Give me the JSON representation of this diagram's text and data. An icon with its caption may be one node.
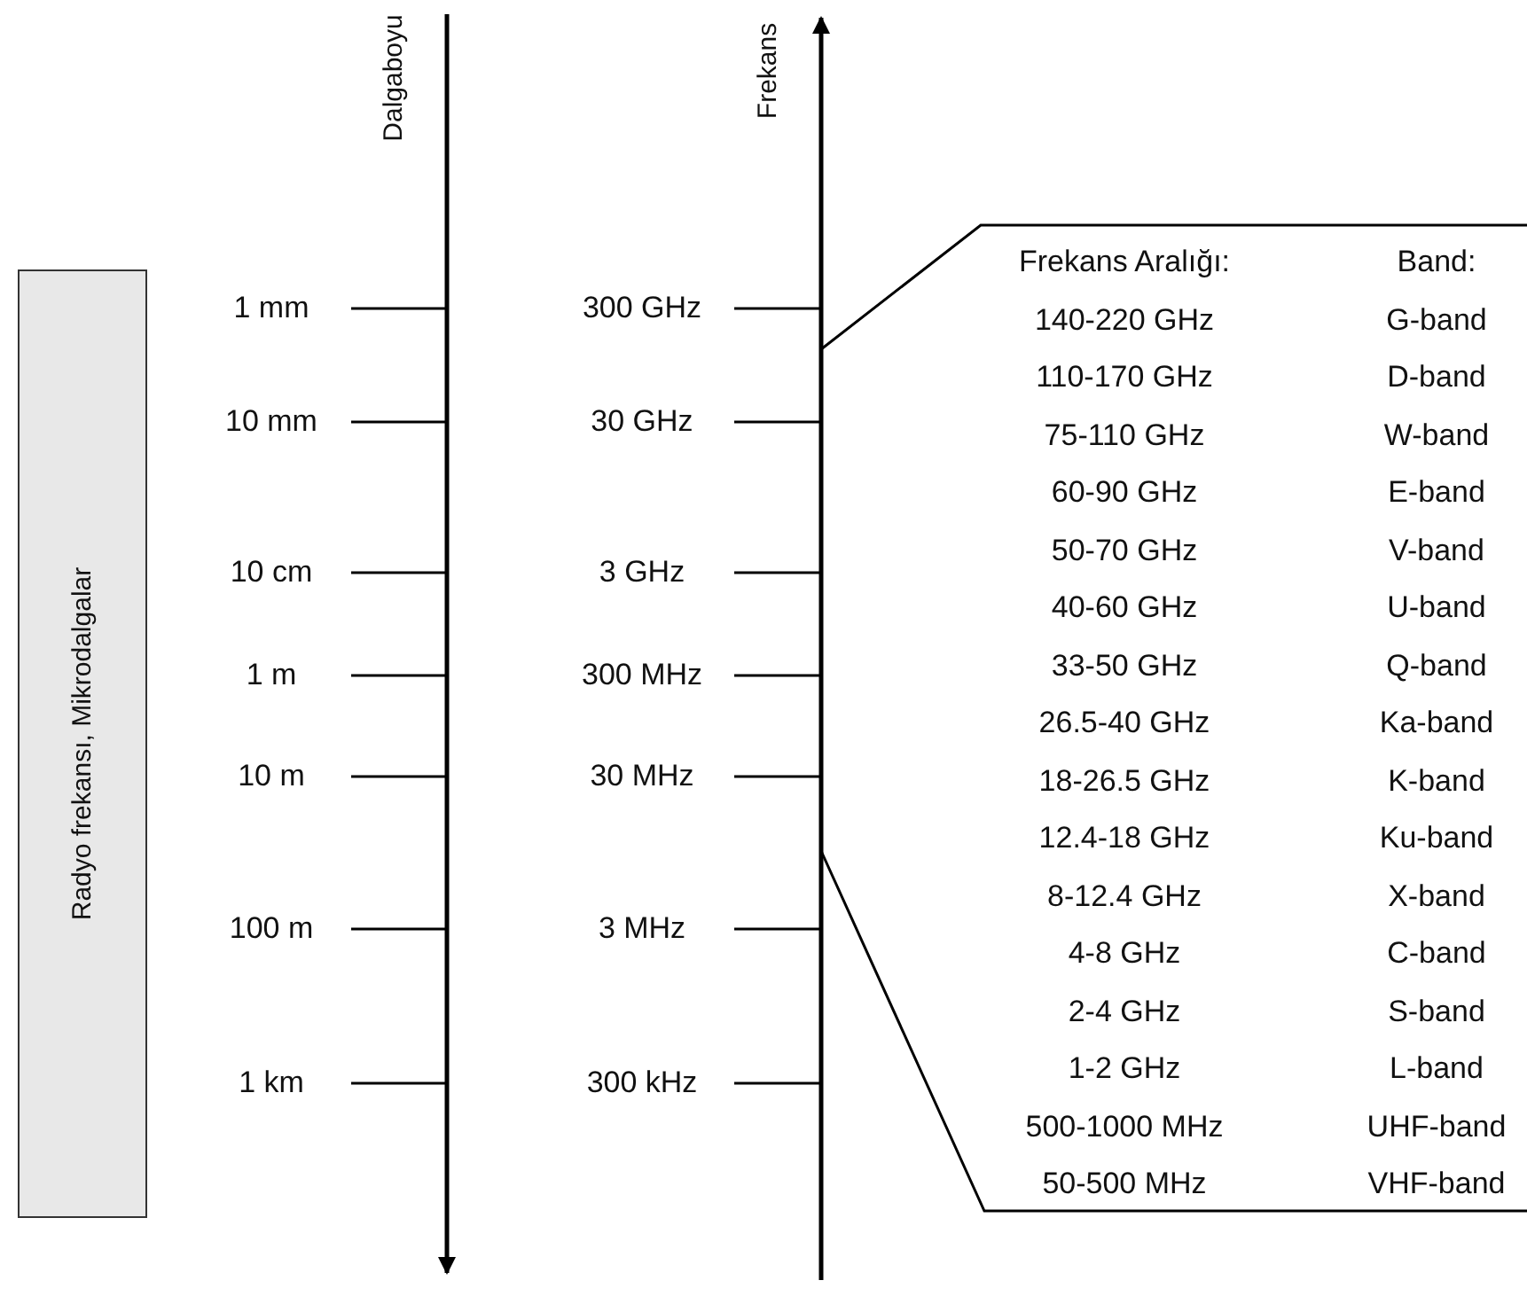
{
  "diagram": {
    "nodes": [
      {
        "text": [
          "Radyo frekansı, Mikrodalgalar"
        ]
      }
    ],
    "edges": [],
    "labels": [
      "Dalgaboyu",
      "Frekans",
      "1 mm",
      "300 GHz",
      "10 mm",
      "30 GHz",
      "10 cm",
      "3 GHz",
      "1 m",
      "300 MHz",
      "10 m",
      "30 MHz",
      "100 m",
      "3 MHz",
      "1 km",
      "300 kHz",
      "Frekans Aralığı:",
      "Band:",
      "140-220 GHz",
      "G-band",
      "110-170 GHz",
      "D-band",
      "75-110 GHz",
      "W-band",
      "60-90 GHz",
      "E-band",
      "50-70 GHz",
      "V-band",
      "40-60 GHz",
      "U-band",
      "33-50 GHz",
      "Q-band",
      "26.5-40 GHz",
      "Ka-band",
      "18-26.5 GHz",
      "K-band",
      "12.4-18 GHz",
      "Ku-band",
      "8-12.4 GHz",
      "X-band",
      "4-8 GHz",
      "C-band",
      "2-4 GHz",
      "S-band",
      "1-2 GHz",
      "L-band",
      "500-1000 MHz",
      "UHF-band",
      "50-500 MHz",
      "VHF-band"
    ]
  }
}
